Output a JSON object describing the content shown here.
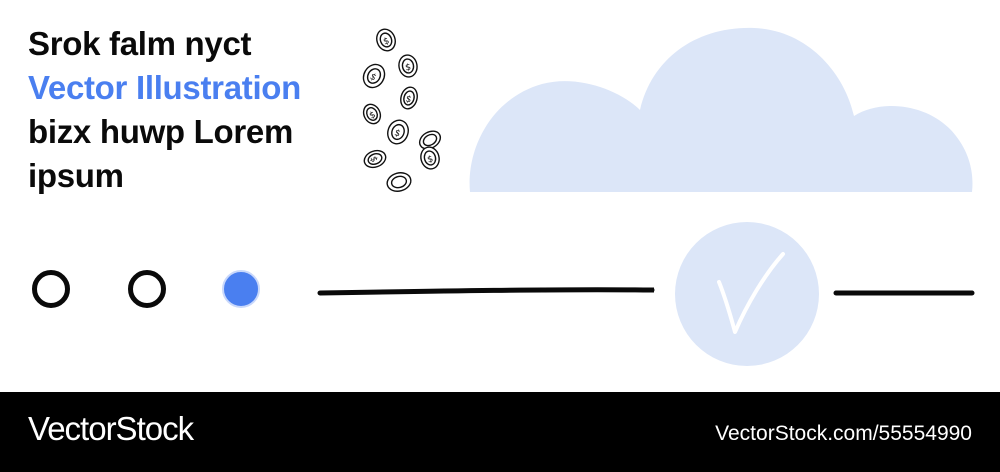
{
  "headline": {
    "line1": "Srok falm nyct",
    "line2": "Vector Illustration",
    "line3": "bizx huwp Lorem",
    "line4": "ipsum"
  },
  "icons": {
    "coins": "falling-coins-icon",
    "cloud": "cloud-icon",
    "check": "checkmark-icon"
  },
  "steps": [
    {
      "state": "empty"
    },
    {
      "state": "empty"
    },
    {
      "state": "active"
    }
  ],
  "colors": {
    "accent": "#4a7ff0",
    "cloud": "#dce6f8",
    "ink": "#0a0a0a",
    "footer_bg": "#000000"
  },
  "footer": {
    "brand": "VectorStock",
    "reference": "VectorStock.com/55554990"
  }
}
